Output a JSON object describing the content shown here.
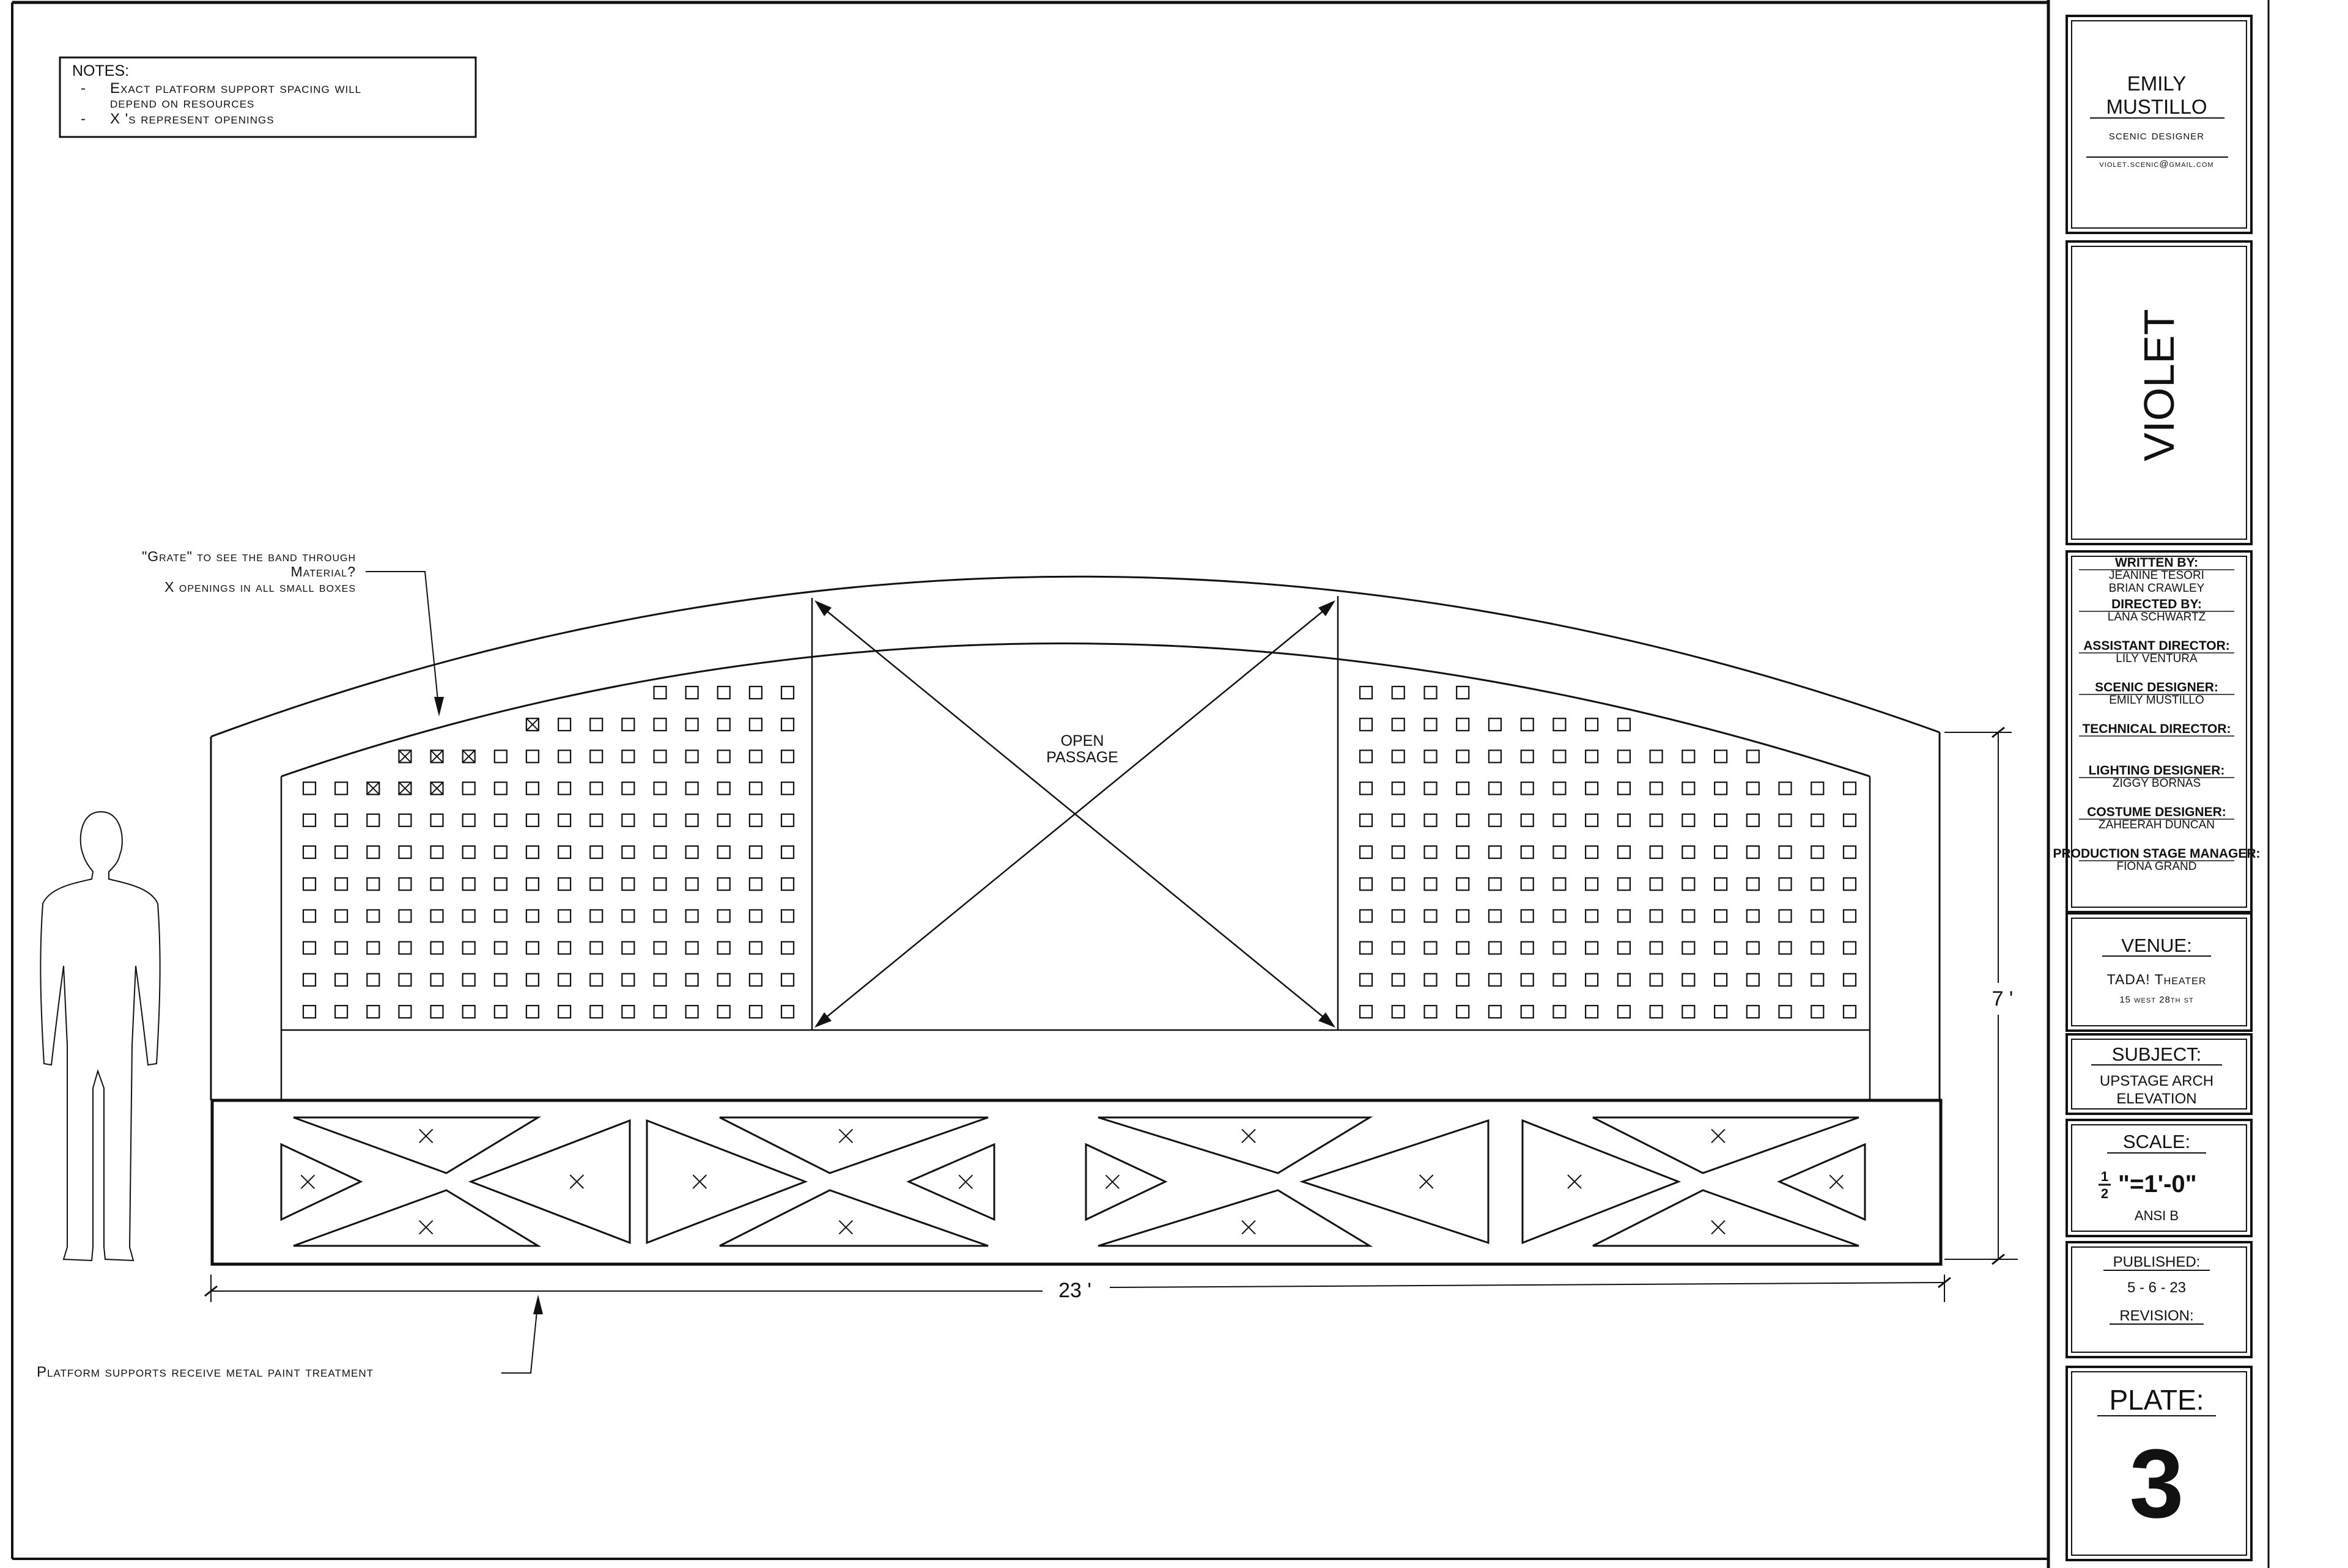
{
  "notes": {
    "heading": "NOTES:",
    "items": [
      [
        "Exact platform support spacing will",
        "depend on resources"
      ],
      [
        "X 's represent openings"
      ]
    ]
  },
  "callouts": {
    "grate": [
      "\"Grate\" to see the band through",
      "Material?",
      "X openings in all small boxes"
    ],
    "platform": "Platform supports receive metal paint treatment"
  },
  "drawing": {
    "opening_label": [
      "OPEN",
      "PASSAGE"
    ],
    "width_dim": "23 '",
    "height_dim": "7 '"
  },
  "title_block": {
    "designer_name": [
      "EMILY",
      "MUSTILLO"
    ],
    "designer_role": "scenic designer",
    "designer_email": "violet.scenic@gmail.com",
    "show_title": "VIOLET",
    "credits": [
      {
        "role": "WRITTEN BY:",
        "names": [
          "JEANINE TESORI",
          "BRIAN CRAWLEY"
        ]
      },
      {
        "role": "DIRECTED BY:",
        "names": [
          "LANA SCHWARTZ"
        ]
      },
      {
        "role": "ASSISTANT DIRECTOR:",
        "names": [
          "LILY VENTURA"
        ]
      },
      {
        "role": "SCENIC DESIGNER:",
        "names": [
          "EMILY MUSTILLO"
        ]
      },
      {
        "role": "TECHNICAL DIRECTOR:",
        "names": []
      },
      {
        "role": "LIGHTING DESIGNER:",
        "names": [
          "ZIGGY BORNAS"
        ]
      },
      {
        "role": "COSTUME DESIGNER:",
        "names": [
          "ZAHEERAH DUNCAN"
        ]
      },
      {
        "role": "PRODUCTION STAGE MANAGER:",
        "names": [
          "FIONA GRAND"
        ]
      }
    ],
    "venue_heading": "VENUE:",
    "venue_name": "TADA! Theater",
    "venue_address": "15 west 28th st",
    "subject_heading": "SUBJECT:",
    "subject": [
      "UPSTAGE ARCH",
      "ELEVATION"
    ],
    "scale_heading": "SCALE:",
    "scale_value": "\"=1'-0\"",
    "scale_num": "1",
    "scale_den": "2",
    "paper_size": "ANSI B",
    "published_heading": "PUBLISHED:",
    "published_date": "5 - 6 - 23",
    "revision_heading": "REVISION:",
    "plate_heading": "PLATE:",
    "plate_number": "3"
  }
}
